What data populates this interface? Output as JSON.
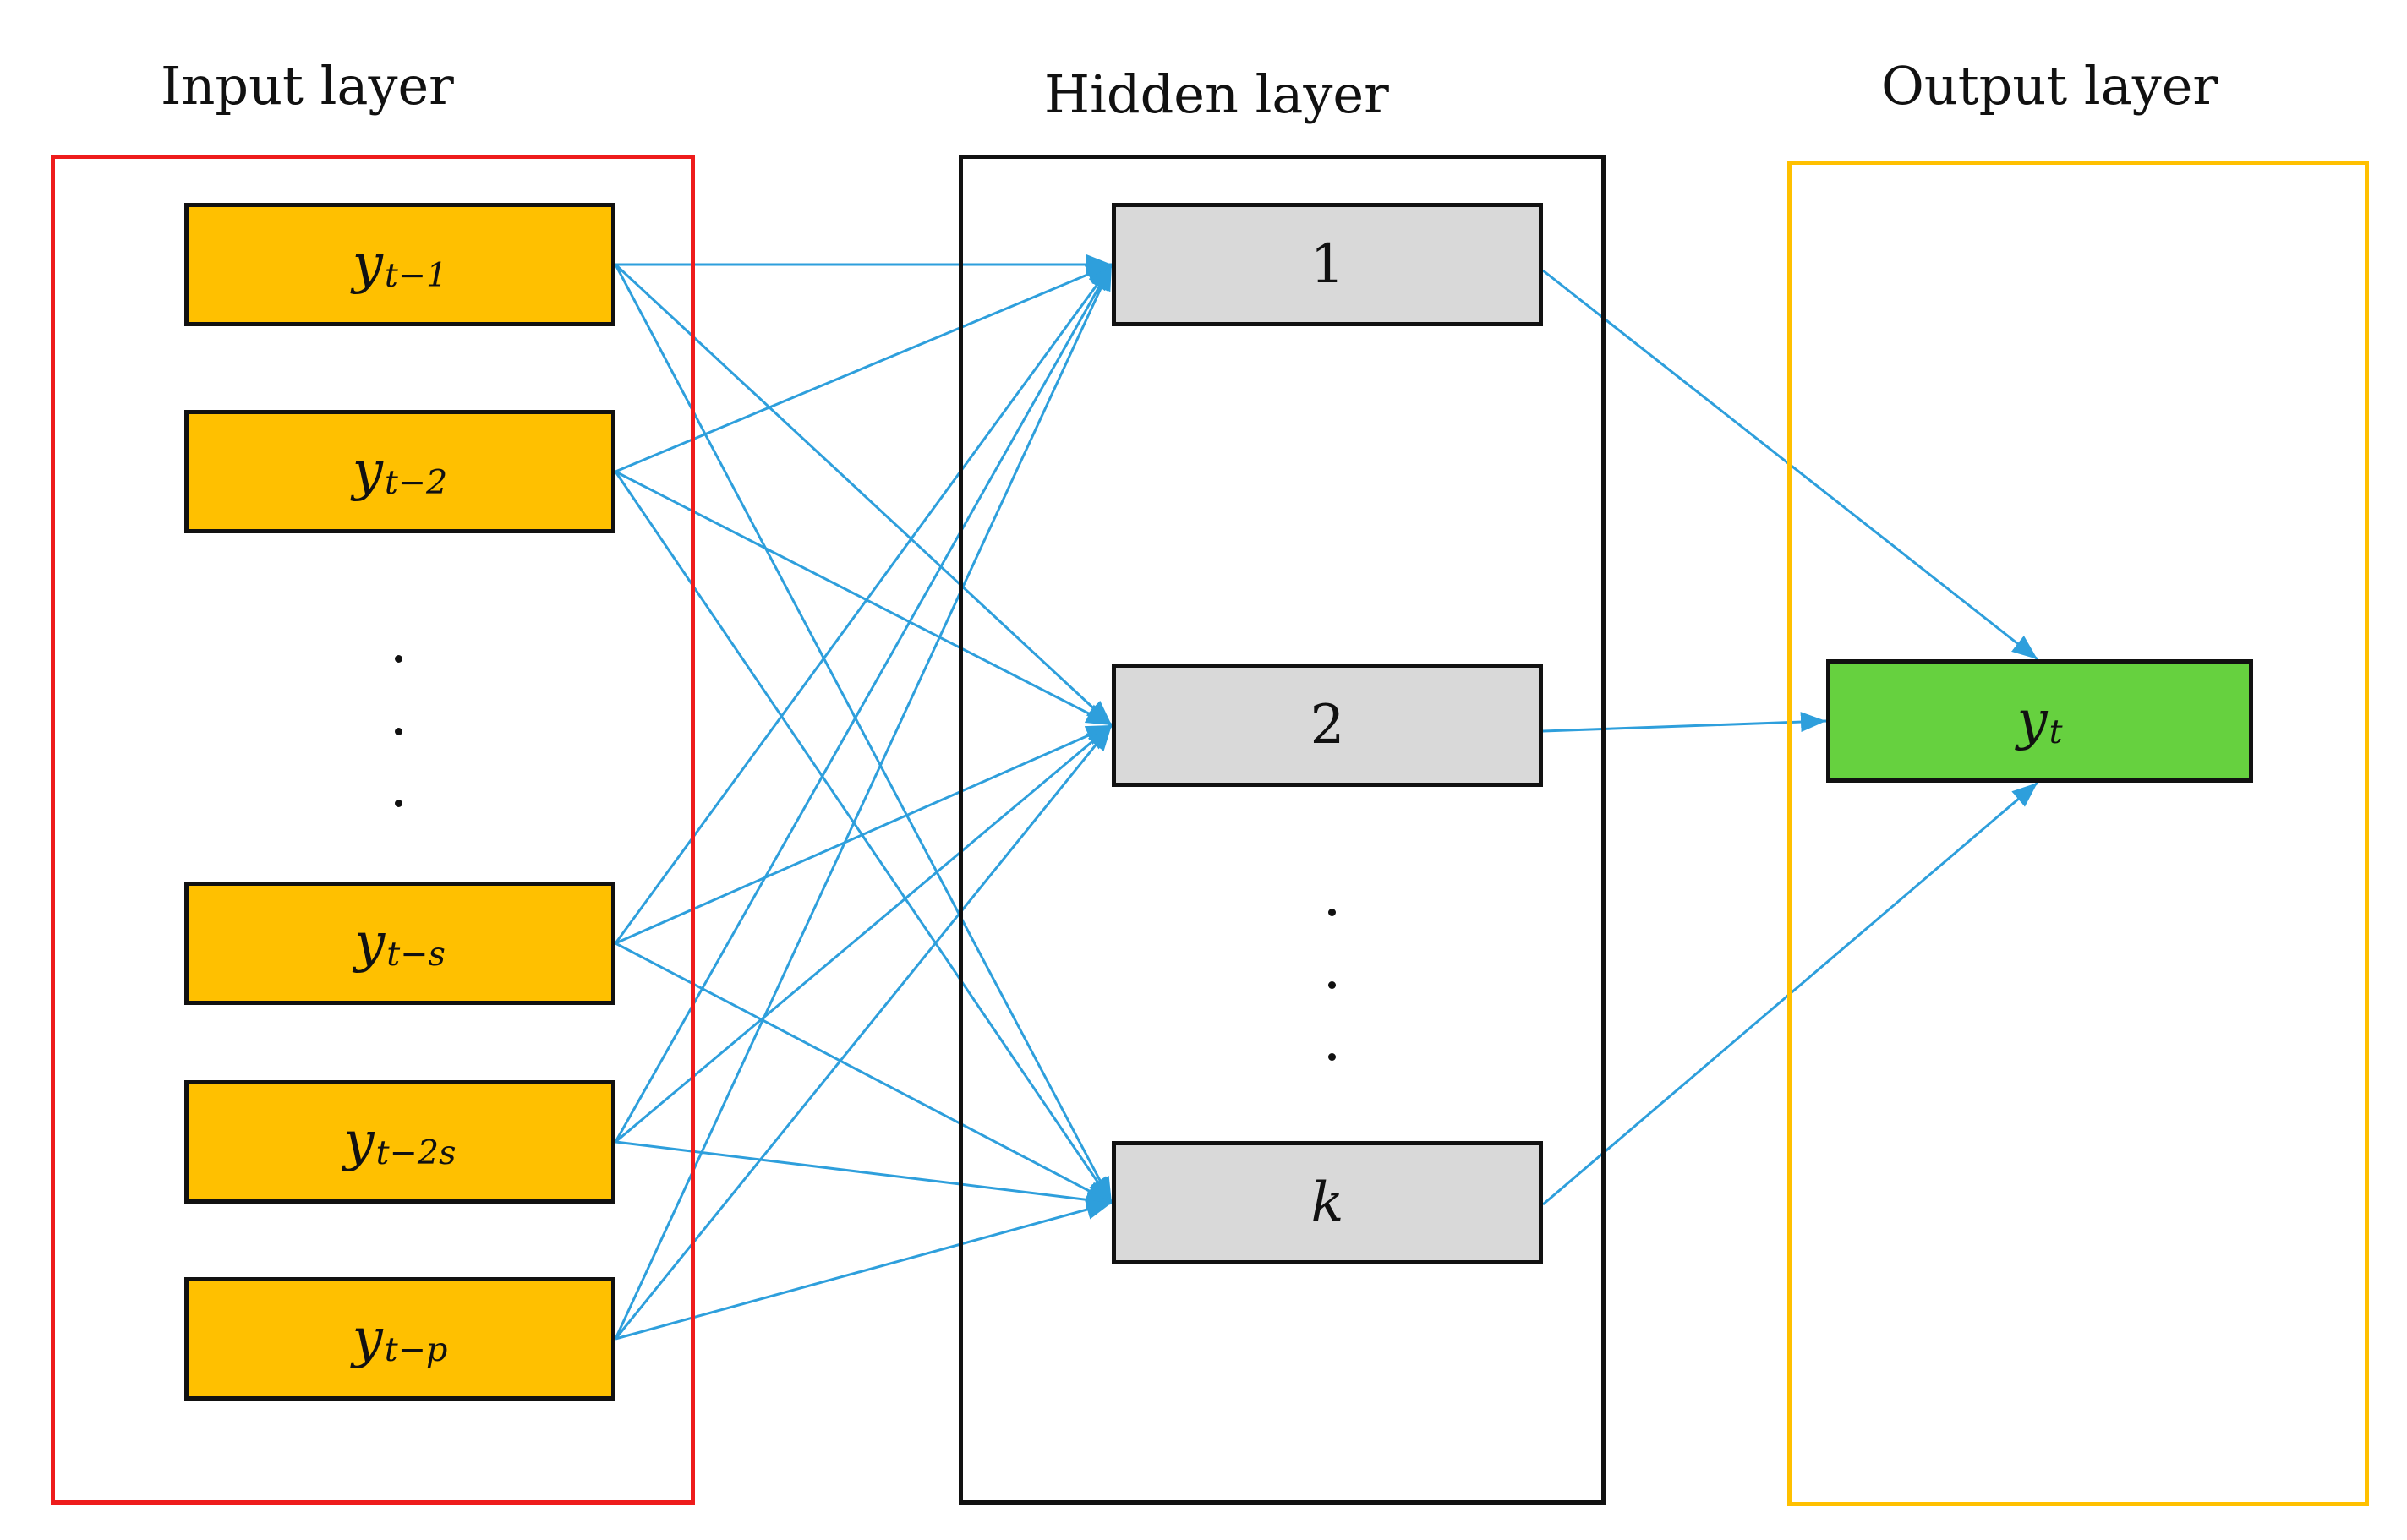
{
  "layers": {
    "input": {
      "title": "Input layer",
      "frame_color": "#ee1c1c"
    },
    "hidden": {
      "title": "Hidden layer",
      "frame_color": "#111111"
    },
    "output": {
      "title": "Output layer",
      "frame_color": "#ffc000"
    }
  },
  "input_nodes": [
    {
      "base": "y",
      "sub": "t−1"
    },
    {
      "base": "y",
      "sub": "t−2"
    },
    {
      "base": "y",
      "sub": "t−s"
    },
    {
      "base": "y",
      "sub": "t−2s"
    },
    {
      "base": "y",
      "sub": "t−p"
    }
  ],
  "hidden_nodes": [
    {
      "label": "1"
    },
    {
      "label": "2"
    },
    {
      "label": "k"
    }
  ],
  "output_node": {
    "base": "y",
    "sub": "t"
  },
  "colors": {
    "input_fill": "#ffc000",
    "hidden_fill": "#d9d9d9",
    "output_fill": "#66d13f",
    "edge": "#2e9fdc"
  },
  "connections": "fully-connected"
}
